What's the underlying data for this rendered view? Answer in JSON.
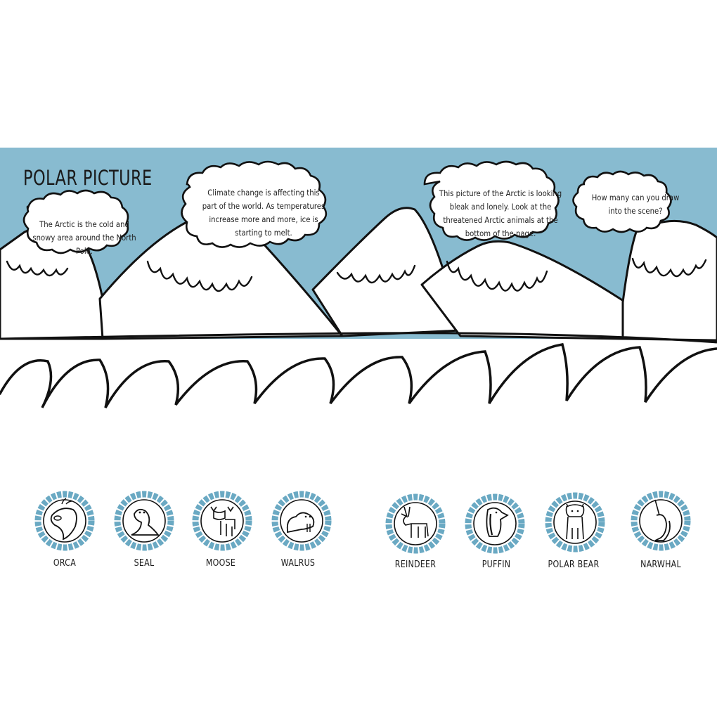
{
  "page": {
    "title": "POLAR PICTURE",
    "sky_color": "#88bbd0",
    "badge_color": "#6aa9c3"
  },
  "bubbles": [
    {
      "text": "The Arctic is the cold and snowy area around the North Pole."
    },
    {
      "text": "Climate change is affecting this part of the world. As temperatures increase more and more, ice is starting to melt."
    },
    {
      "text": "This picture of the Arctic is looking bleak and lonely. Look at the threatened Arctic animals at the bottom of the page."
    },
    {
      "text": "How many can you draw into the scene?"
    }
  ],
  "animals": [
    {
      "label": "ORCA",
      "icon": "orca-icon"
    },
    {
      "label": "SEAL",
      "icon": "seal-icon"
    },
    {
      "label": "MOOSE",
      "icon": "moose-icon"
    },
    {
      "label": "WALRUS",
      "icon": "walrus-icon"
    },
    {
      "label": "REINDEER",
      "icon": "reindeer-icon"
    },
    {
      "label": "PUFFIN",
      "icon": "puffin-icon"
    },
    {
      "label": "POLAR BEAR",
      "icon": "polar-bear-icon"
    },
    {
      "label": "NARWHAL",
      "icon": "narwhal-icon"
    }
  ]
}
